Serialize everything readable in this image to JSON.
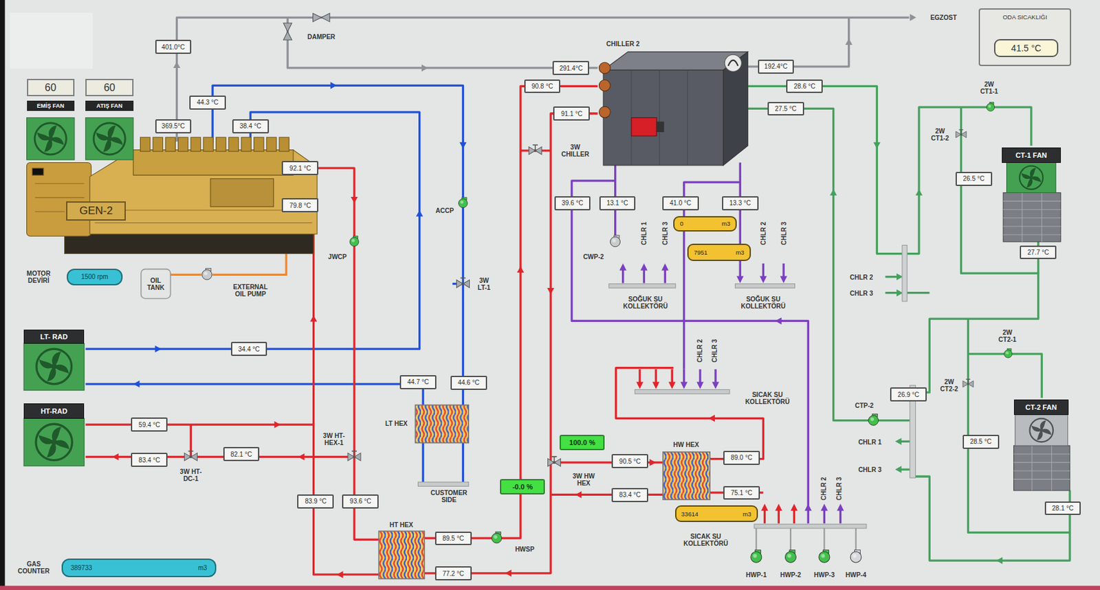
{
  "diagram": {
    "nodes": [
      {
        "text": [
          "ODA SICAKLIĞI"
        ]
      },
      {
        "text": [
          "41.5 °C"
        ],
        "in": 0
      },
      {
        "text": [
          "401.0°C"
        ]
      },
      {
        "text": [
          "192.4°C"
        ]
      },
      {
        "text": [
          "291.4°C"
        ]
      },
      {
        "text": [
          "60",
          "EMİŞ FAN"
        ]
      },
      {
        "text": [
          "60",
          "ATIŞ FAN"
        ]
      },
      {
        "text": [
          "90.8 °C"
        ]
      },
      {
        "text": [
          "28.6 °C"
        ]
      },
      {
        "text": [
          "44.3 °C"
        ]
      },
      {
        "text": [
          "27.5 °C"
        ]
      },
      {
        "text": [
          "91.1 °C"
        ]
      },
      {
        "text": [
          "369.5°C"
        ]
      },
      {
        "text": [
          "38.4 °C"
        ]
      },
      {
        "text": [
          "CT-1 FAN"
        ]
      },
      {
        "text": [
          "92.1 °C"
        ]
      },
      {
        "text": [
          "26.5 °C"
        ]
      },
      {
        "text": [
          "39.6 °C"
        ]
      },
      {
        "text": [
          "13.1 °C"
        ]
      },
      {
        "text": [
          "41.0 °C"
        ]
      },
      {
        "text": [
          "13.3 °C"
        ]
      },
      {
        "text": [
          "79.8 °C"
        ]
      },
      {
        "text": [
          "GEN-2"
        ]
      },
      {
        "text": [
          "0",
          "m3"
        ]
      },
      {
        "text": [
          "27.7 °C"
        ]
      },
      {
        "text": [
          "7951",
          "m3"
        ]
      },
      {
        "text": [
          "1500 rpm"
        ]
      },
      {
        "text": [
          "LT- RAD"
        ]
      },
      {
        "text": [
          "34.4 °C"
        ]
      },
      {
        "text": [
          "44.7 °C"
        ]
      },
      {
        "text": [
          "44.6 °C"
        ]
      },
      {
        "text": [
          "26.9 °C"
        ]
      },
      {
        "text": [
          "CT-2 FAN"
        ]
      },
      {
        "text": [
          "HT-RAD"
        ]
      },
      {
        "text": [
          "59.4 °C"
        ]
      },
      {
        "text": [
          "100.0 %"
        ]
      },
      {
        "text": [
          "28.5 °C"
        ]
      },
      {
        "text": [
          "82.1 °C"
        ]
      },
      {
        "text": [
          "89.0 °C"
        ]
      },
      {
        "text": [
          "83.4 °C"
        ]
      },
      {
        "text": [
          "90.5 °C"
        ]
      },
      {
        "text": [
          "-0.0 %"
        ]
      },
      {
        "text": [
          "75.1 °C"
        ]
      },
      {
        "text": [
          "83.4 °C"
        ]
      },
      {
        "text": [
          "83.9 °C"
        ]
      },
      {
        "text": [
          "93.6 °C"
        ]
      },
      {
        "text": [
          "33614",
          "m3"
        ]
      },
      {
        "text": [
          "28.1 °C"
        ]
      },
      {
        "text": [
          "89.5 °C"
        ]
      },
      {
        "text": [
          "389733",
          "m3"
        ]
      },
      {
        "text": [
          "77.2 °C"
        ]
      }
    ],
    "labels": [
      "EGZOST",
      "DAMPER",
      "CHILLER 2",
      "2W CT1-1",
      "2W CT1-2",
      "3W CHILLER",
      "ACCP",
      "CHLR 1",
      "CHLR 3",
      "CHLR 2",
      "CHLR 3",
      "JWCP",
      "CWP-2",
      "MOTOR DEVİRİ",
      "CHLR 2",
      "OIL TANK",
      "EXTERNAL OIL PUMP",
      "3W LT-1",
      "CHLR 3",
      "SOĞUK SU KOLLEKTÖRÜ",
      "SOĞUK SU KOLLEKTÖRÜ",
      "2W CT2-1",
      "CHLR 2",
      "CHLR 3",
      "2W CT2-2",
      "SICAK SU KOLLEKTÖRÜ",
      "CTP-2",
      "LT HEX",
      "3W HT-HEX-1",
      "CHLR 1",
      "HW HEX",
      "CHLR 3",
      "3W HT-DC-1",
      "3W HW HEX",
      "CUSTOMER SIDE",
      "CHLR 2",
      "CHLR 3",
      "HT HEX",
      "HWSP",
      "SICAK SU KOLLEKTÖRÜ",
      "GAS COUNTER",
      "HWP-1",
      "HWP-2",
      "HWP-3",
      "HWP-4"
    ]
  }
}
